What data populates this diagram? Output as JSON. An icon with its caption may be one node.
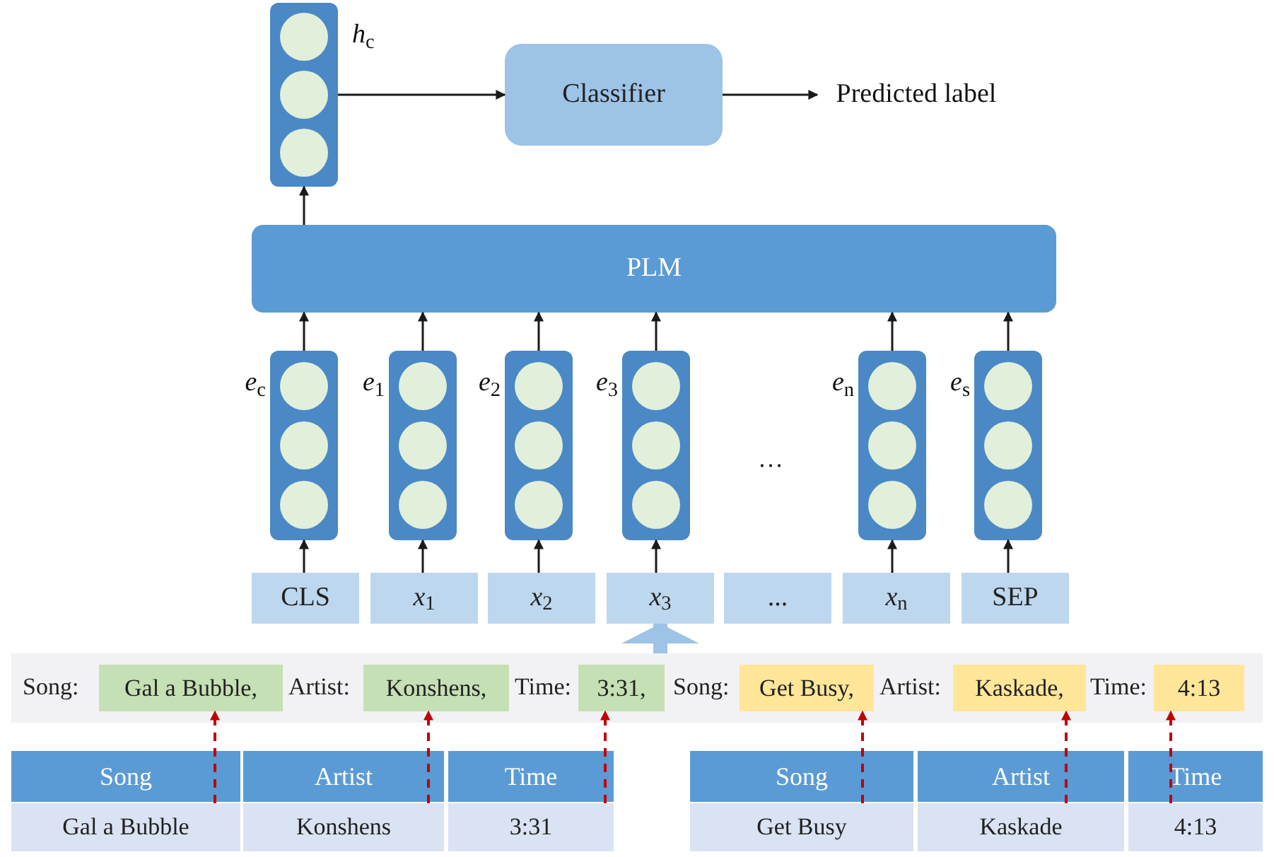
{
  "diagram": {
    "nodes": [
      {
        "text": [],
        "shape": "box",
        "beside": [
          "*h*$_{c}$"
        ]
      },
      {
        "text": [
          "Classifier"
        ]
      },
      {
        "text": [
          "Predicted label"
        ]
      },
      {
        "text": [
          "PLM"
        ]
      },
      {
        "text": [],
        "shape": "box",
        "beside": [
          "*e*$_{c}$"
        ]
      },
      {
        "text": [],
        "shape": "box",
        "beside": [
          "*e*$_{1}$"
        ]
      },
      {
        "text": [],
        "shape": "box",
        "beside": [
          "*e*$_{2}$"
        ]
      },
      {
        "text": [],
        "shape": "box",
        "beside": [
          "*e*$_{3}$"
        ]
      },
      {
        "text": [],
        "shape": "box",
        "beside": [
          "*e*$_{n}$"
        ]
      },
      {
        "text": [],
        "shape": "box",
        "beside": [
          "*e*$_{s}$"
        ]
      },
      {
        "text": [
          "CLS"
        ]
      },
      {
        "text": [
          "*x*$_{1}$"
        ]
      },
      {
        "text": [
          "*x*$_{2}$"
        ]
      },
      {
        "text": [
          "*x*$_{3}$"
        ]
      },
      {
        "text": [
          "..."
        ]
      },
      {
        "text": [
          "*x*$_{n}$"
        ]
      },
      {
        "text": [
          "SEP"
        ]
      },
      {
        "text": [
          "Song:",
          "Artist:",
          "Time:",
          "Song:",
          "Artist:",
          "Time:"
        ]
      },
      {
        "text": [
          "Gal a Bubble,"
        ],
        "in": 17
      },
      {
        "text": [
          "Konshens,"
        ],
        "in": 17
      },
      {
        "text": [
          "3:31,"
        ],
        "in": 17
      },
      {
        "text": [
          "Get Busy,"
        ],
        "in": 17
      },
      {
        "text": [
          "Kaskade,"
        ],
        "in": 17
      },
      {
        "text": [
          "4:13"
        ],
        "in": 17
      },
      {
        "text": [
          "Gal a Bubble"
        ]
      },
      {
        "text": [
          "Konshens"
        ]
      },
      {
        "text": [
          "3:31"
        ]
      },
      {
        "text": [
          "Get Busy"
        ]
      },
      {
        "text": [
          "Kaskade"
        ]
      },
      {
        "text": [
          "4:13"
        ]
      }
    ],
    "edges": [
      {
        "from": 0,
        "to": 1,
        "arrow": "to"
      },
      {
        "from": 1,
        "to": 2,
        "arrow": "to"
      },
      {
        "from": 3,
        "to": 0,
        "arrow": "to"
      },
      {
        "from": 4,
        "to": 3,
        "arrow": "to"
      },
      {
        "from": 5,
        "to": 3,
        "arrow": "to"
      },
      {
        "from": 6,
        "to": 3,
        "arrow": "to"
      },
      {
        "from": 7,
        "to": 3,
        "arrow": "to"
      },
      {
        "from": 8,
        "to": 3,
        "arrow": "to"
      },
      {
        "from": 9,
        "to": 3,
        "arrow": "to"
      },
      {
        "from": 10,
        "to": 4,
        "arrow": "to"
      },
      {
        "from": 11,
        "to": 5,
        "arrow": "to"
      },
      {
        "from": 12,
        "to": 6,
        "arrow": "to"
      },
      {
        "from": 13,
        "to": 7,
        "arrow": "to"
      },
      {
        "from": 15,
        "to": 8,
        "arrow": "to"
      },
      {
        "from": 16,
        "to": 9,
        "arrow": "to"
      },
      {
        "from": 17,
        "to": 13,
        "arrow": "to",
        "style": "thick",
        "color": "#9dc3e6"
      },
      {
        "from": 24,
        "to": 18,
        "arrow": "to",
        "style": "dashed",
        "color": "#c00000"
      },
      {
        "from": 25,
        "to": 19,
        "arrow": "to",
        "style": "dashed",
        "color": "#c00000"
      },
      {
        "from": 26,
        "to": 20,
        "arrow": "to",
        "style": "dashed",
        "color": "#c00000"
      },
      {
        "from": 27,
        "to": 21,
        "arrow": "to",
        "style": "dashed",
        "color": "#c00000"
      },
      {
        "from": 28,
        "to": 22,
        "arrow": "to",
        "style": "dashed",
        "color": "#c00000"
      },
      {
        "from": 29,
        "to": 23,
        "arrow": "to",
        "style": "dashed",
        "color": "#c00000"
      }
    ],
    "labels": [
      "…",
      "Song",
      "Artist",
      "Time",
      "Song",
      "Artist",
      "Time"
    ]
  }
}
